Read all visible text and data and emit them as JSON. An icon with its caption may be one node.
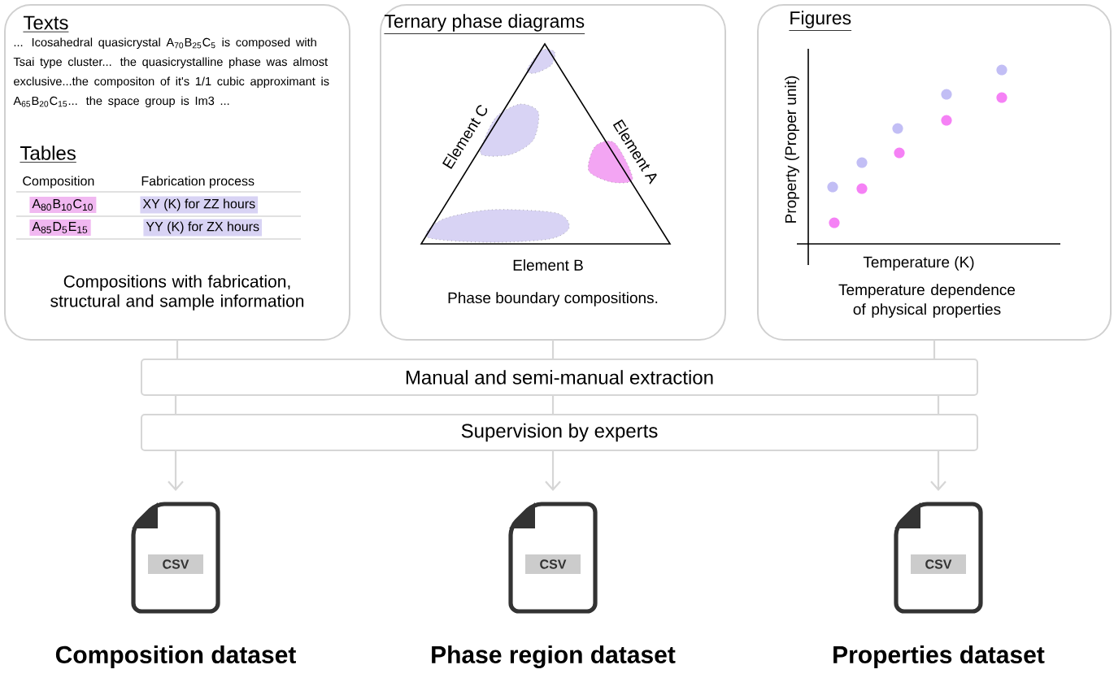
{
  "diagram": {
    "nodes": [
      {
        "text": [
          "Texts",
          "... Icosahedral quasicrystal A$_{70}$B$_{25}$C$_{5}$ is composed with Tsai type cluster... the quasicrystalline phase was almost exclusive...the compositon of it's 1/1 cubic approximant is A$_{65}$B$_{20}$C$_{15}$... the space group is Im3 ...",
          "Tables",
          "Compositions with fabrication, structural and sample information"
        ]
      },
      {
        "text": [
          "Ternary phase diagrams",
          "Phase boundary compositions."
        ]
      },
      {
        "text": [
          "Figures",
          "Temperature dependence of physical properties"
        ]
      },
      {
        "text": [
          "Manual and semi-manual extraction"
        ]
      },
      {
        "text": [
          "Supervision by experts"
        ]
      },
      {
        "text": [
          "CSV"
        ],
        "beside": [
          "Composition dataset"
        ]
      },
      {
        "text": [
          "CSV"
        ],
        "beside": [
          "Phase region dataset"
        ]
      },
      {
        "text": [
          "CSV"
        ],
        "beside": [
          "Properties dataset"
        ]
      }
    ],
    "edges": [
      {
        "from": 0,
        "to": 3,
        "arrow": "none"
      },
      {
        "from": 1,
        "to": 3,
        "arrow": "none"
      },
      {
        "from": 2,
        "to": 3,
        "arrow": "none"
      },
      {
        "from": 3,
        "to": 4,
        "arrow": "none"
      },
      {
        "from": 3,
        "to": 4,
        "arrow": "none"
      },
      {
        "from": 3,
        "to": 4,
        "arrow": "none"
      },
      {
        "from": 4,
        "to": 5,
        "arrow": "to"
      },
      {
        "from": 4,
        "to": 6,
        "arrow": "to"
      },
      {
        "from": 4,
        "to": 7,
        "arrow": "to"
      }
    ],
    "labels": [
      "Composition",
      "Fabrication process",
      "A$_{80}$B$_{10}$C$_{10}$",
      "XY (K) for ZZ hours",
      "A$_{85}$D$_{5}$E$_{15}$",
      "YY (K) for ZX hours",
      "Element C",
      "Element A",
      "Element B",
      "Property (Proper unit)",
      "Temperature (K)"
    ]
  }
}
